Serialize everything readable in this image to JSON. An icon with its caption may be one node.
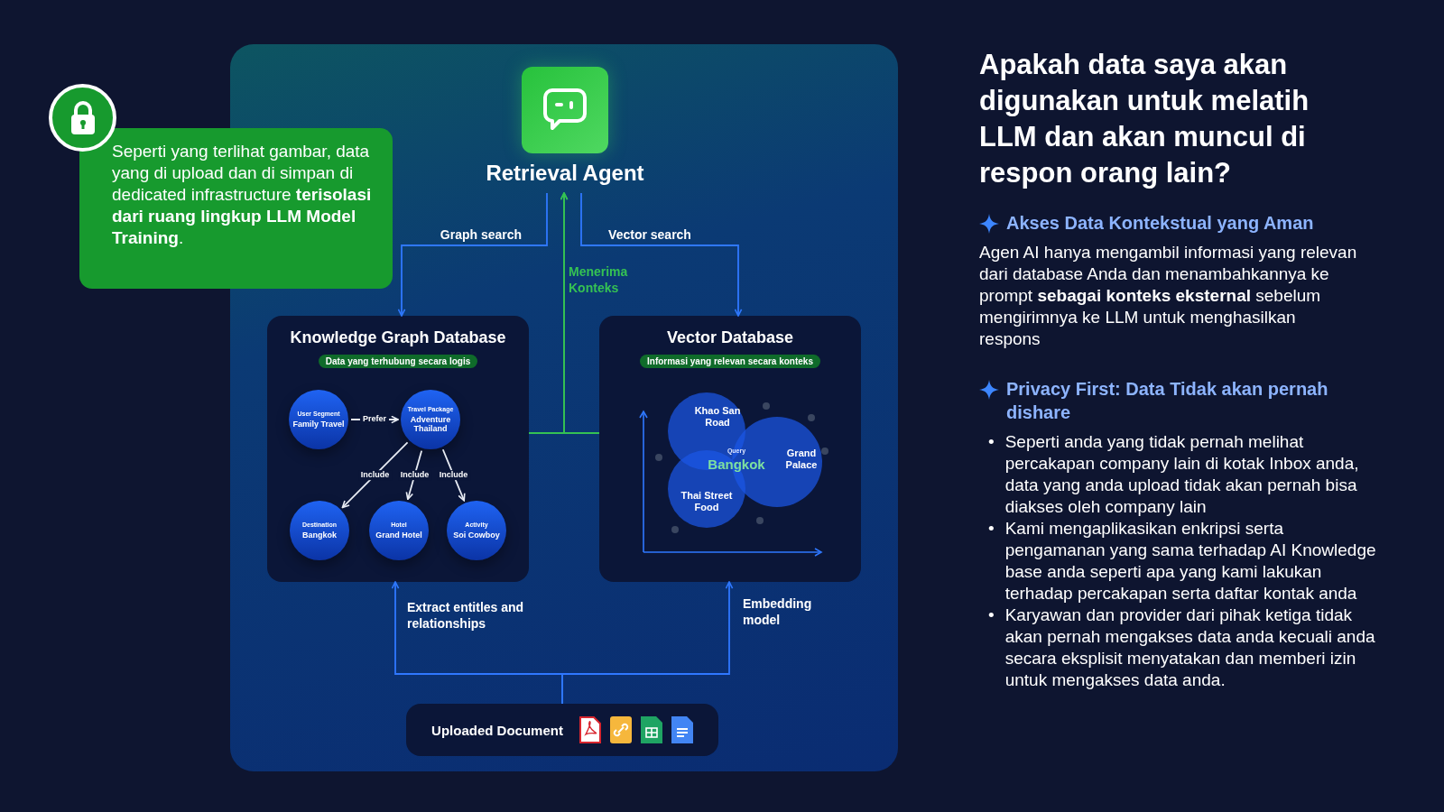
{
  "diagram": {
    "title": "Apakah data saya akan digunakan untuk melatih LLM dan akan muncul di respon orang lain?",
    "nodes": [
      {
        "text": [
          "Retrieval Agent"
        ]
      },
      {
        "text": [
          "Knowledge Graph Database",
          "Data yang terhubung secara logis"
        ]
      },
      {
        "text": [
          "User Segment",
          "Family Travel"
        ],
        "in": 1
      },
      {
        "text": [
          "Travel Package",
          "Adventure Thailand"
        ],
        "in": 1
      },
      {
        "text": [
          "Destination",
          "Bangkok"
        ],
        "in": 1
      },
      {
        "text": [
          "Hotel",
          "Grand Hotel"
        ],
        "in": 1
      },
      {
        "text": [
          "Activity",
          "Soi Cowboy"
        ],
        "in": 1
      },
      {
        "text": [
          "Vector Database",
          "Informasi yang relevan secara konteks"
        ]
      },
      {
        "text": [
          "Khao San Road"
        ],
        "in": 7
      },
      {
        "text": [
          "Grand Palace"
        ],
        "in": 7
      },
      {
        "text": [
          "Thai Street Food"
        ],
        "in": 7
      },
      {
        "text": [
          "Uploaded Document"
        ]
      },
      {
        "text": [
          "Seperti yang terlihat gambar, data yang di upload dan di simpan di dedicated infrastructure **terisolasi dari ruang lingkup LLM Model Training**."
        ]
      }
    ],
    "edges": [
      {
        "from": 0,
        "to": 1,
        "arrow": "to",
        "label": "Graph search"
      },
      {
        "from": 0,
        "to": 7,
        "arrow": "to",
        "label": "Vector search"
      },
      {
        "from": 1,
        "to": 0,
        "arrow": "to",
        "label": "Menerima Konteks",
        "color": "#35c253"
      },
      {
        "from": 7,
        "to": 0,
        "arrow": "to",
        "color": "#35c253"
      },
      {
        "from": 2,
        "to": 3,
        "arrow": "to",
        "label": "Prefer",
        "color": "#e8ecf4"
      },
      {
        "from": 3,
        "to": 4,
        "arrow": "to",
        "label": "Include",
        "color": "#e8ecf4"
      },
      {
        "from": 3,
        "to": 5,
        "arrow": "to",
        "label": "Include",
        "color": "#e8ecf4"
      },
      {
        "from": 3,
        "to": 6,
        "arrow": "to",
        "label": "Include",
        "color": "#e8ecf4"
      },
      {
        "from": 11,
        "to": 1,
        "arrow": "to",
        "label": "Extract entitles and relationships"
      },
      {
        "from": 11,
        "to": 7,
        "arrow": "to",
        "label": "Embedding model"
      }
    ],
    "labels": [
      "Query",
      "Bangkok",
      "Akses Data Kontekstual yang Aman",
      "Agen AI hanya mengambil informasi yang relevan dari database Anda dan menambahkannya ke prompt **sebagai konteks eksternal** sebelum mengirimnya ke LLM untuk menghasilkan respons",
      "Privacy First: Data Tidak akan pernah dishare",
      "•",
      "Seperti anda yang tidak pernah melihat percakapan company lain di kotak Inbox anda, data yang anda upload tidak akan pernah bisa diakses oleh company lain",
      "•",
      "Kami mengaplikasikan enkripsi serta pengamanan yang sama terhadap AI Knowledge base anda seperti apa yang kami lakukan terhadap percakapan serta daftar kontak anda",
      "•",
      "Karyawan dan provider dari pihak ketiga tidak akan pernah mengakses data anda kecuali anda secara eksplisit menyatakan dan memberi izin untuk mengakses data anda."
    ]
  }
}
